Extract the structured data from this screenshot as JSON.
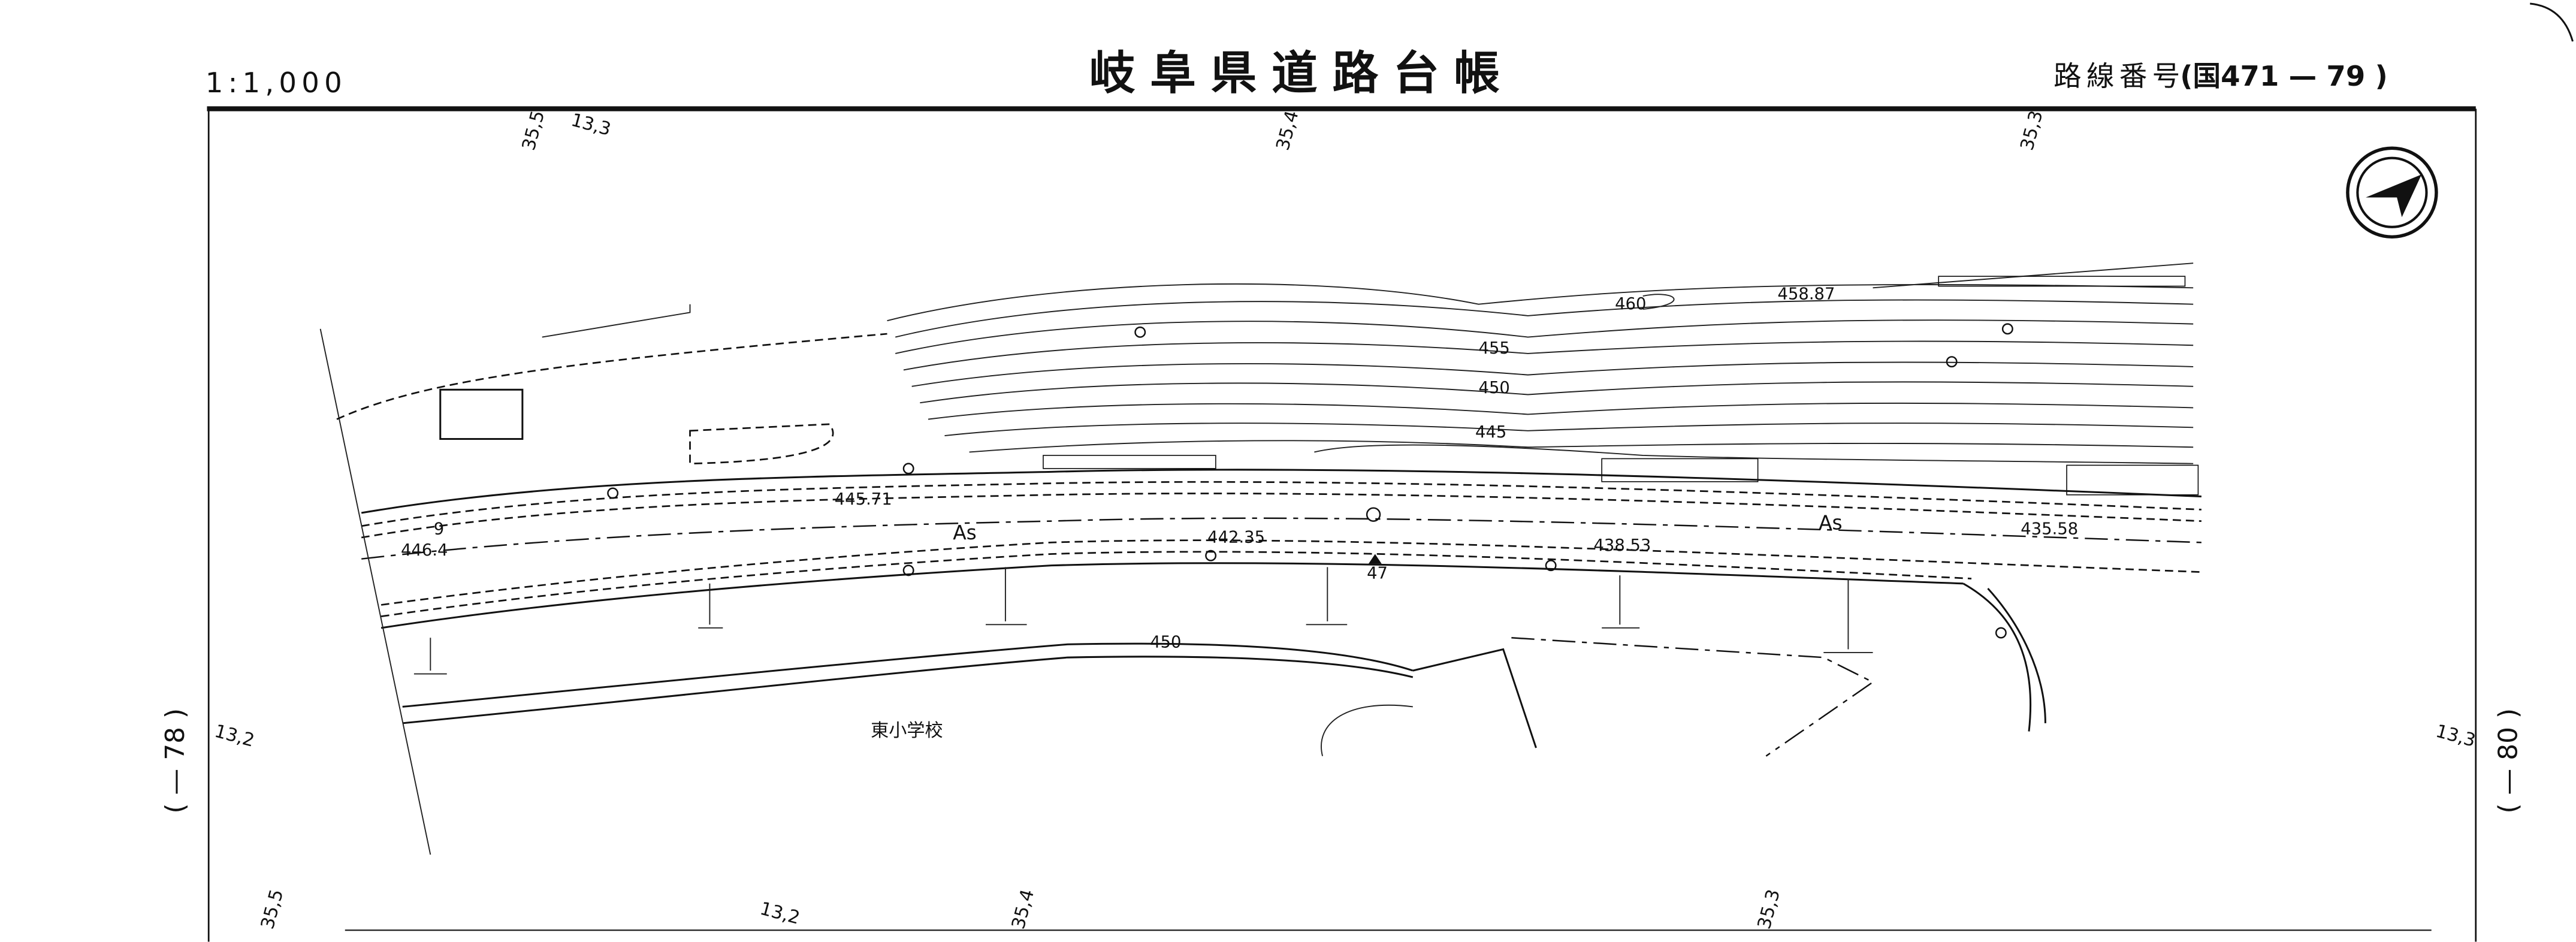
{
  "header": {
    "scale": "1:1,000",
    "title": "岐阜県道路台帳",
    "route_label": "路線番号",
    "route_number": "(国471 — 79 )"
  },
  "grid_labels": {
    "top": [
      "35,5",
      "13,3",
      "35,4",
      "35,3"
    ],
    "left": "13,2",
    "right": "13,3",
    "bottom": [
      "35,5",
      "13,2",
      "35,4",
      "35,3"
    ]
  },
  "adjacent_sheets": {
    "left": "( — 78 )",
    "right": "( — 80 )"
  },
  "contours": [
    "460",
    "455",
    "450",
    "445",
    "450"
  ],
  "elevations": [
    "458.87",
    "445.71",
    "446.4",
    "442.35",
    "438.53",
    "435.58"
  ],
  "surface_labels": [
    "As",
    "As"
  ],
  "markers": {
    "station": "47",
    "km": "9"
  },
  "place_labels": {
    "school": "東小学校"
  },
  "north_arrow_icon": "north-arrow-icon"
}
